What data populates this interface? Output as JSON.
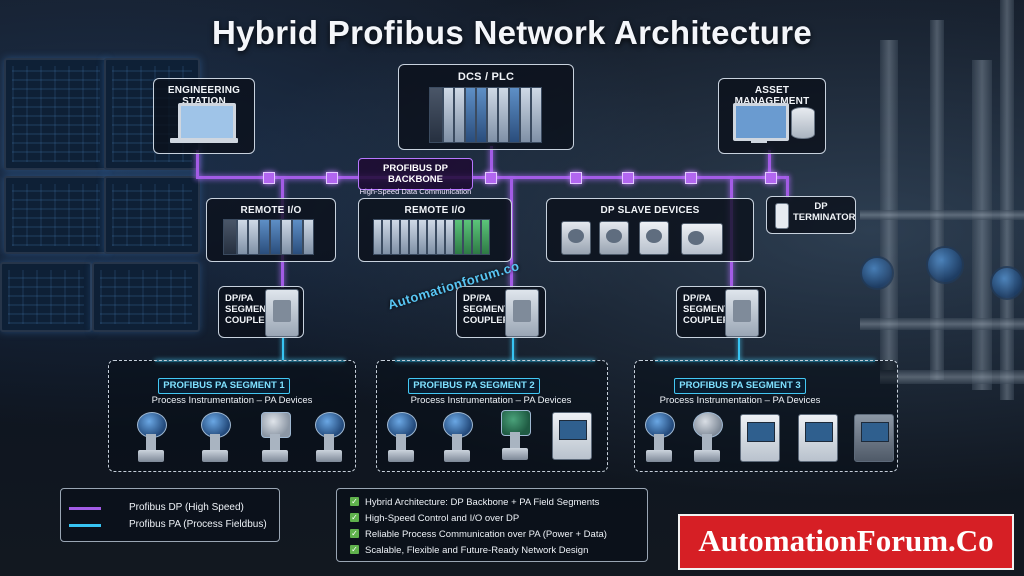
{
  "title": "Hybrid Profibus Network Architecture",
  "top": {
    "engineering_station": "ENGINEERING STATION",
    "dcs_plc": "DCS / PLC",
    "asset_management": "ASSET MANAGEMENT"
  },
  "backbone": {
    "label": "PROFIBUS DP BACKBONE",
    "sublabel": "High-Speed Data Communication"
  },
  "mid": {
    "remote_io_1": "REMOTE I/O",
    "remote_io_2": "REMOTE I/O",
    "dp_slave_devices": "DP SLAVE DEVICES",
    "dp_terminator": "DP TERMINATOR"
  },
  "couplers": [
    {
      "label": "DP/PA SEGMENT COUPLER",
      "l1": "DP/PA",
      "l2": "SEGMENT",
      "l3": "COUPLER"
    },
    {
      "label": "DP/PA SEGMENT COUPLER",
      "l1": "DP/PA",
      "l2": "SEGMENT",
      "l3": "COUPLER"
    },
    {
      "label": "DP/PA SEGMENT COUPLER",
      "l1": "DP/PA",
      "l2": "SEGMENT",
      "l3": "COUPLER"
    }
  ],
  "segments": [
    {
      "title": "PROFIBUS PA SEGMENT 1",
      "subtitle": "Process Instrumentation – PA Devices"
    },
    {
      "title": "PROFIBUS PA SEGMENT 2",
      "subtitle": "Process Instrumentation – PA Devices"
    },
    {
      "title": "PROFIBUS PA SEGMENT 3",
      "subtitle": "Process Instrumentation – PA Devices"
    }
  ],
  "legend": {
    "dp": {
      "label": "Profibus DP (High Speed)",
      "color": "#a35ce6"
    },
    "pa": {
      "label": "Profibus PA (Process Fieldbus)",
      "color": "#37c4f2"
    }
  },
  "notes": [
    "Hybrid Architecture: DP Backbone + PA Field Segments",
    "High-Speed Control and I/O over DP",
    "Reliable Process Communication over PA (Power + Data)",
    "Scalable, Flexible and Future-Ready Network Design"
  ],
  "watermark": "Automationforum.co",
  "brand": "AutomationForum.Co",
  "colors": {
    "dp_wire": "#a35ce6",
    "pa_wire": "#37c4f2",
    "brand_red": "#d61f25"
  }
}
